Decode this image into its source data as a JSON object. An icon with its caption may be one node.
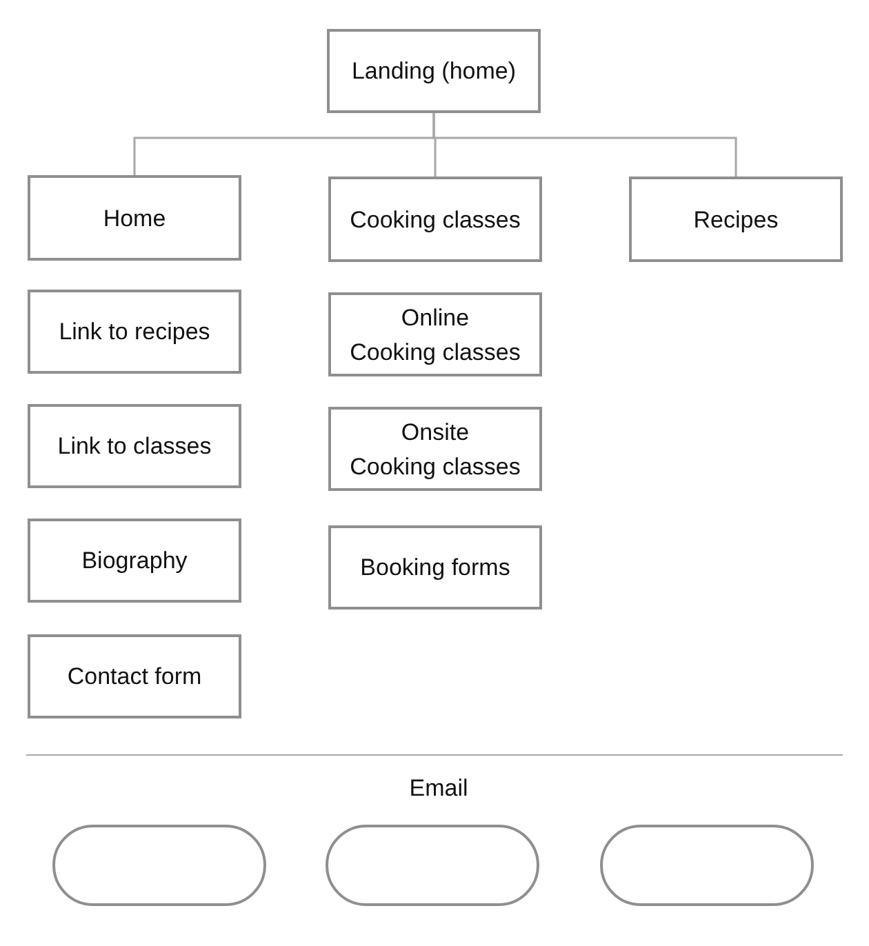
{
  "diagram": {
    "nodes": [
      {
        "text": [
          "Landing (home)"
        ]
      },
      {
        "text": [
          "Home"
        ]
      },
      {
        "text": [
          "Cooking classes"
        ]
      },
      {
        "text": [
          "Recipes"
        ]
      },
      {
        "text": [
          "Link to recipes"
        ]
      },
      {
        "text": [
          "Link to classes"
        ]
      },
      {
        "text": [
          "Biography"
        ]
      },
      {
        "text": [
          "Contact form"
        ]
      },
      {
        "text": [
          "Online Cooking classes"
        ]
      },
      {
        "text": [
          "Onsite Cooking classes"
        ]
      },
      {
        "text": [
          "Booking forms"
        ]
      },
      {
        "text": [],
        "shape": "pill"
      },
      {
        "text": [],
        "shape": "pill"
      },
      {
        "text": [],
        "shape": "pill"
      }
    ],
    "edges": [
      {
        "from": 0,
        "to": 1,
        "arrow": "none"
      },
      {
        "from": 0,
        "to": 2,
        "arrow": "none"
      },
      {
        "from": 0,
        "to": 3,
        "arrow": "none"
      }
    ],
    "labels": [
      "Email"
    ]
  }
}
